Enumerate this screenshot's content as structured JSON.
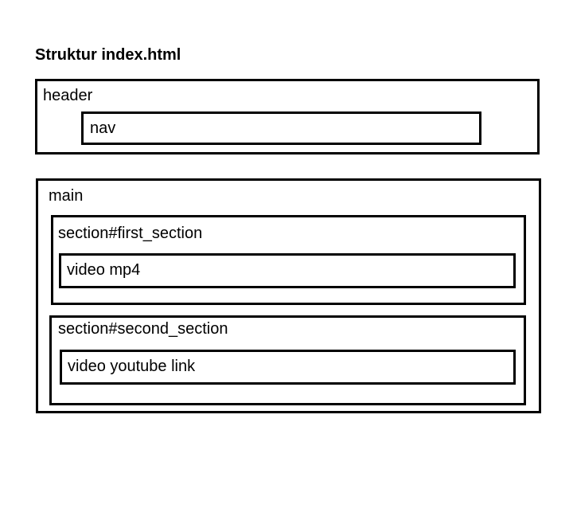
{
  "diagram": {
    "title": "Struktur index.html",
    "header": {
      "label": "header",
      "nav": {
        "label": "nav"
      }
    },
    "main": {
      "label": "main",
      "sections": [
        {
          "label": "section#first_section",
          "child": {
            "label": "video mp4"
          }
        },
        {
          "label": "section#second_section",
          "child": {
            "label": "video youtube link"
          }
        }
      ]
    }
  }
}
